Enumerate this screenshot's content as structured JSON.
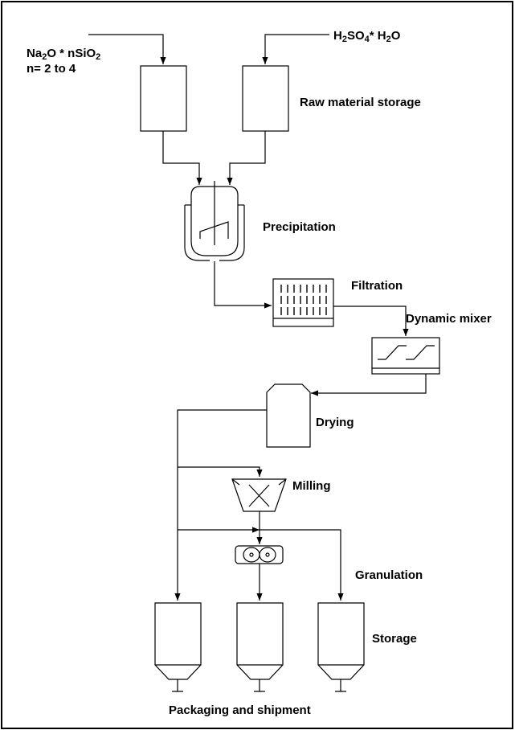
{
  "diagram": {
    "inputs": {
      "sodium_silicate": {
        "formula_parts": [
          "Na",
          "2",
          "O * nSiO",
          "2"
        ],
        "ratio": "n= 2 to 4"
      },
      "acid": {
        "formula_parts": [
          "H",
          "2",
          "SO",
          "4",
          "* H",
          "2",
          "O"
        ]
      }
    },
    "steps": {
      "raw_material_storage": "Raw material storage",
      "precipitation": "Precipitation",
      "filtration": "Filtration",
      "dynamic_mixer": "Dynamic mixer",
      "drying": "Drying",
      "milling": "Milling",
      "granulation": "Granulation",
      "storage": "Storage",
      "packaging": "Packaging and shipment"
    }
  }
}
